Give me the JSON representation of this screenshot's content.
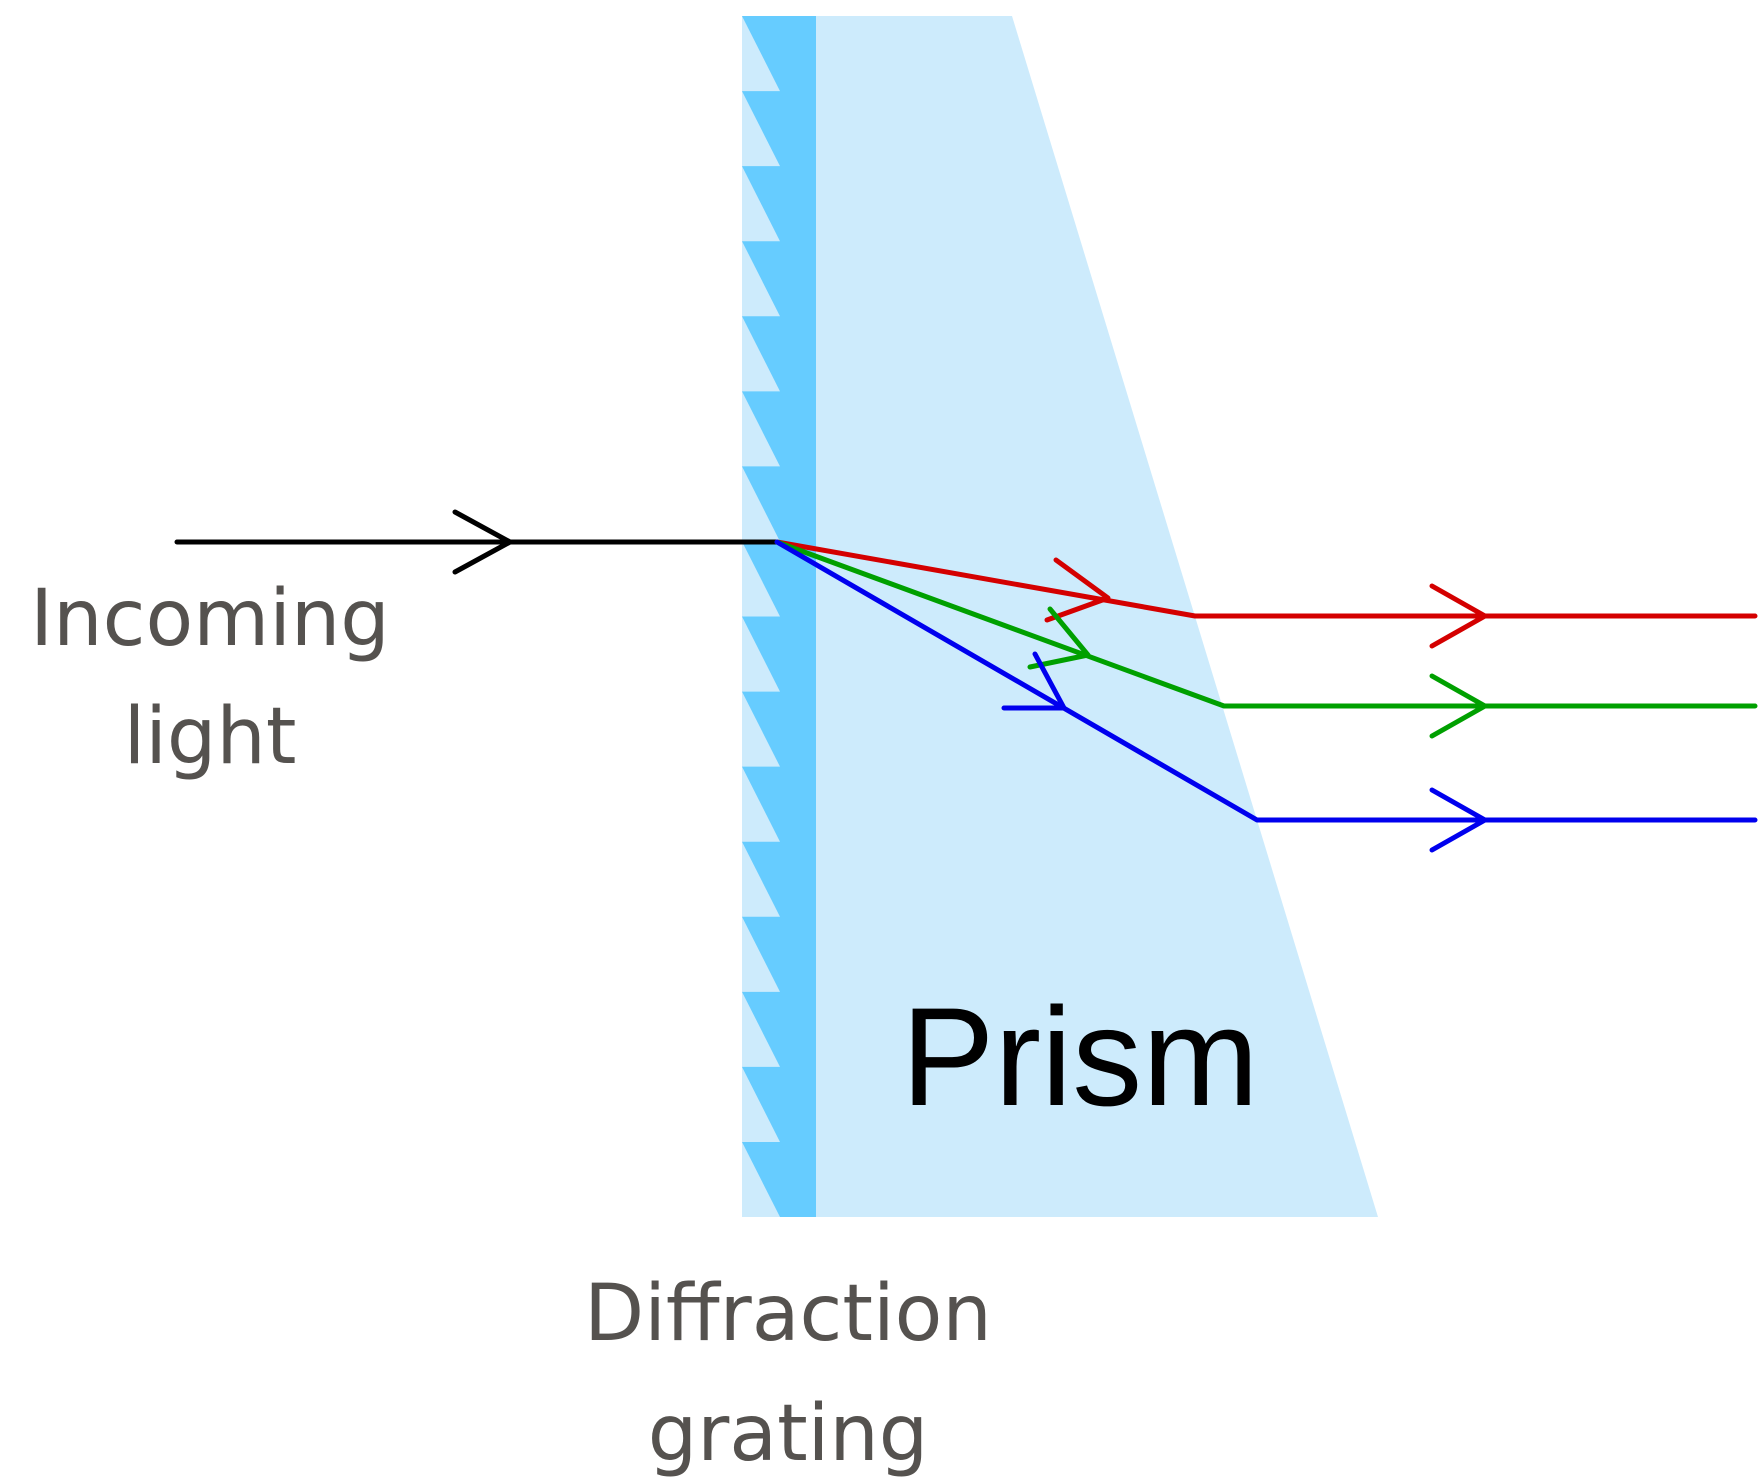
{
  "labels": {
    "incoming_line1": "Incoming",
    "incoming_line2": "light",
    "prism": "Prism",
    "grating_line1": "Diffraction",
    "grating_line2": "grating"
  },
  "colors": {
    "prism_fill": "#cdebfc",
    "grating_fill": "#66ccff",
    "incoming_ray": "#000000",
    "red_ray": "#d40000",
    "green_ray": "#00a000",
    "blue_ray": "#0000ee",
    "label_text": "#55524f"
  },
  "diagram": {
    "grating_teeth": 16,
    "rays": [
      "red",
      "green",
      "blue"
    ]
  }
}
